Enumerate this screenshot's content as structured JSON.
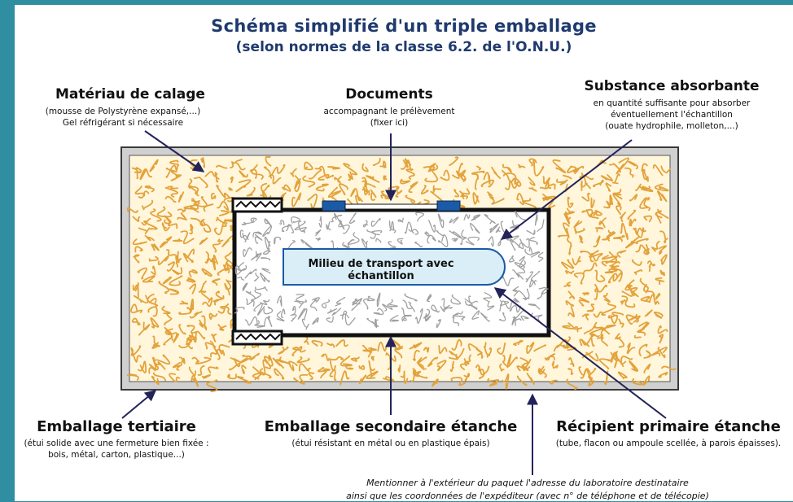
{
  "title": "Schéma simplifié d'un triple emballage",
  "subtitle": "(selon normes de la classe 6.2. de l'O.N.U.)",
  "labels": {
    "calage": {
      "title": "Matériau de calage",
      "line1": "(mousse de Polystyrène expansé,...)",
      "line2": "Gel réfrigérant si nécessaire"
    },
    "documents": {
      "title": "Documents",
      "line1": "accompagnant le prélèvement",
      "line2": "(fixer ici)"
    },
    "absorbante": {
      "title": "Substance absorbante",
      "line1": "en quantité suffisante pour absorber",
      "line2": "éventuellement l'échantillon",
      "line3": "(ouate hydrophile, molleton,...)"
    },
    "milieu": "Milieu de transport avec échantillon",
    "tertiaire": {
      "title": "Emballage tertiaire",
      "line1": "(étui solide avec une fermeture bien fixée :",
      "line2": "bois, métal, carton, plastique...)"
    },
    "secondaire": {
      "title": "Emballage secondaire étanche",
      "line1": "(étui résistant en métal ou en plastique épais)"
    },
    "primaire": {
      "title": "Récipient primaire étanche",
      "line1": "(tube, flacon ou ampoule scellée, à parois épaisses)."
    },
    "mention": {
      "line1": "Mentionner à l'extérieur du paquet l'adresse du laboratoire destinataire",
      "line2": "ainsi que les coordonnées de l'expéditeur (avec n° de téléphone et de télécopie)"
    }
  },
  "colors": {
    "background": "#2f8fa0",
    "title": "#1f3a6e",
    "outer_box": "#c9c9c9",
    "cushion": "#fff6dc",
    "squiggle_orange": "#e3a23a",
    "squiggle_gray": "#a0a0a0",
    "arrow": "#23235a",
    "document_tab": "#1b5aa6",
    "primary": "#d9eef7"
  }
}
